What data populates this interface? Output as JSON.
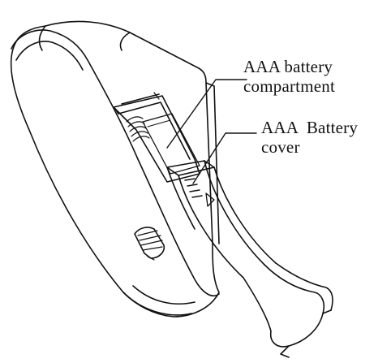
{
  "callouts": {
    "compartment": {
      "line1": "AAA battery",
      "line2": "compartment"
    },
    "cover": {
      "line1": "AAA  Battery",
      "line2": "cover"
    }
  },
  "colors": {
    "ink": "#111111",
    "paper": "#ffffff"
  }
}
